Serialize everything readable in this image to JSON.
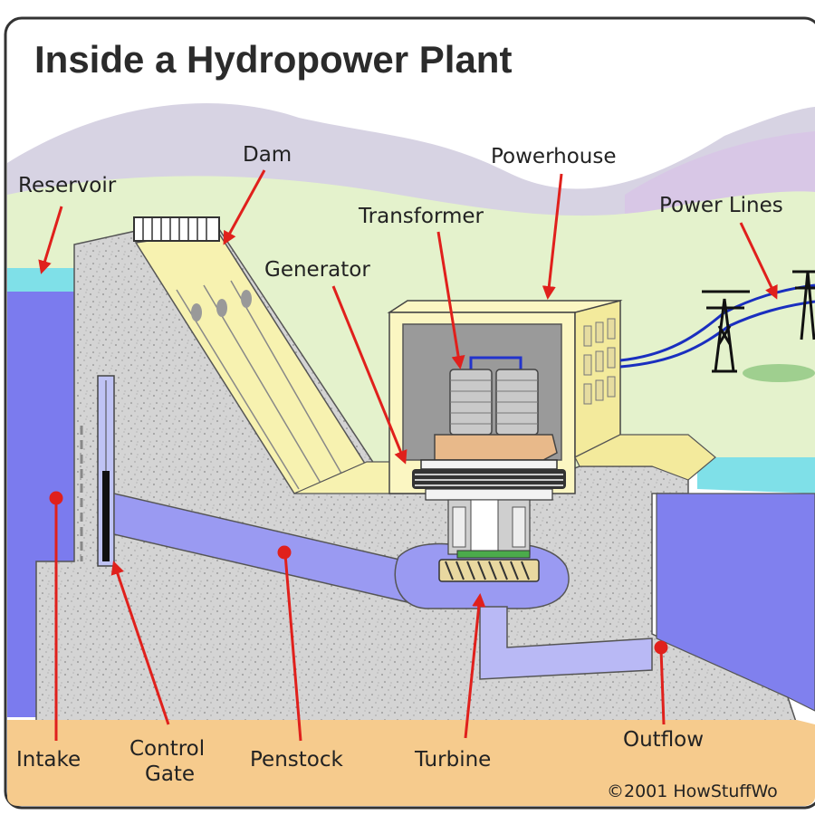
{
  "title": "Inside a Hydropower Plant",
  "labels": {
    "reservoir": "Reservoir",
    "dam": "Dam",
    "powerhouse": "Powerhouse",
    "transformer": "Transformer",
    "power_lines": "Power Lines",
    "generator": "Generator",
    "intake": "Intake",
    "control_gate_1": "Control",
    "control_gate_2": "Gate",
    "penstock": "Penstock",
    "turbine": "Turbine",
    "outflow": "Outflow"
  },
  "copyright": "©2001 HowStuffWo",
  "colors": {
    "water": "#7b7bee",
    "water_surface": "#7fe0e8",
    "concrete": "#d6d6d6",
    "ground": "#f5c98a",
    "arrow": "#e0201c",
    "dam_face": "#f7f2b0",
    "sky": "#ffffff",
    "mountain": "#d7d3e3",
    "field": "#dff0c4"
  }
}
